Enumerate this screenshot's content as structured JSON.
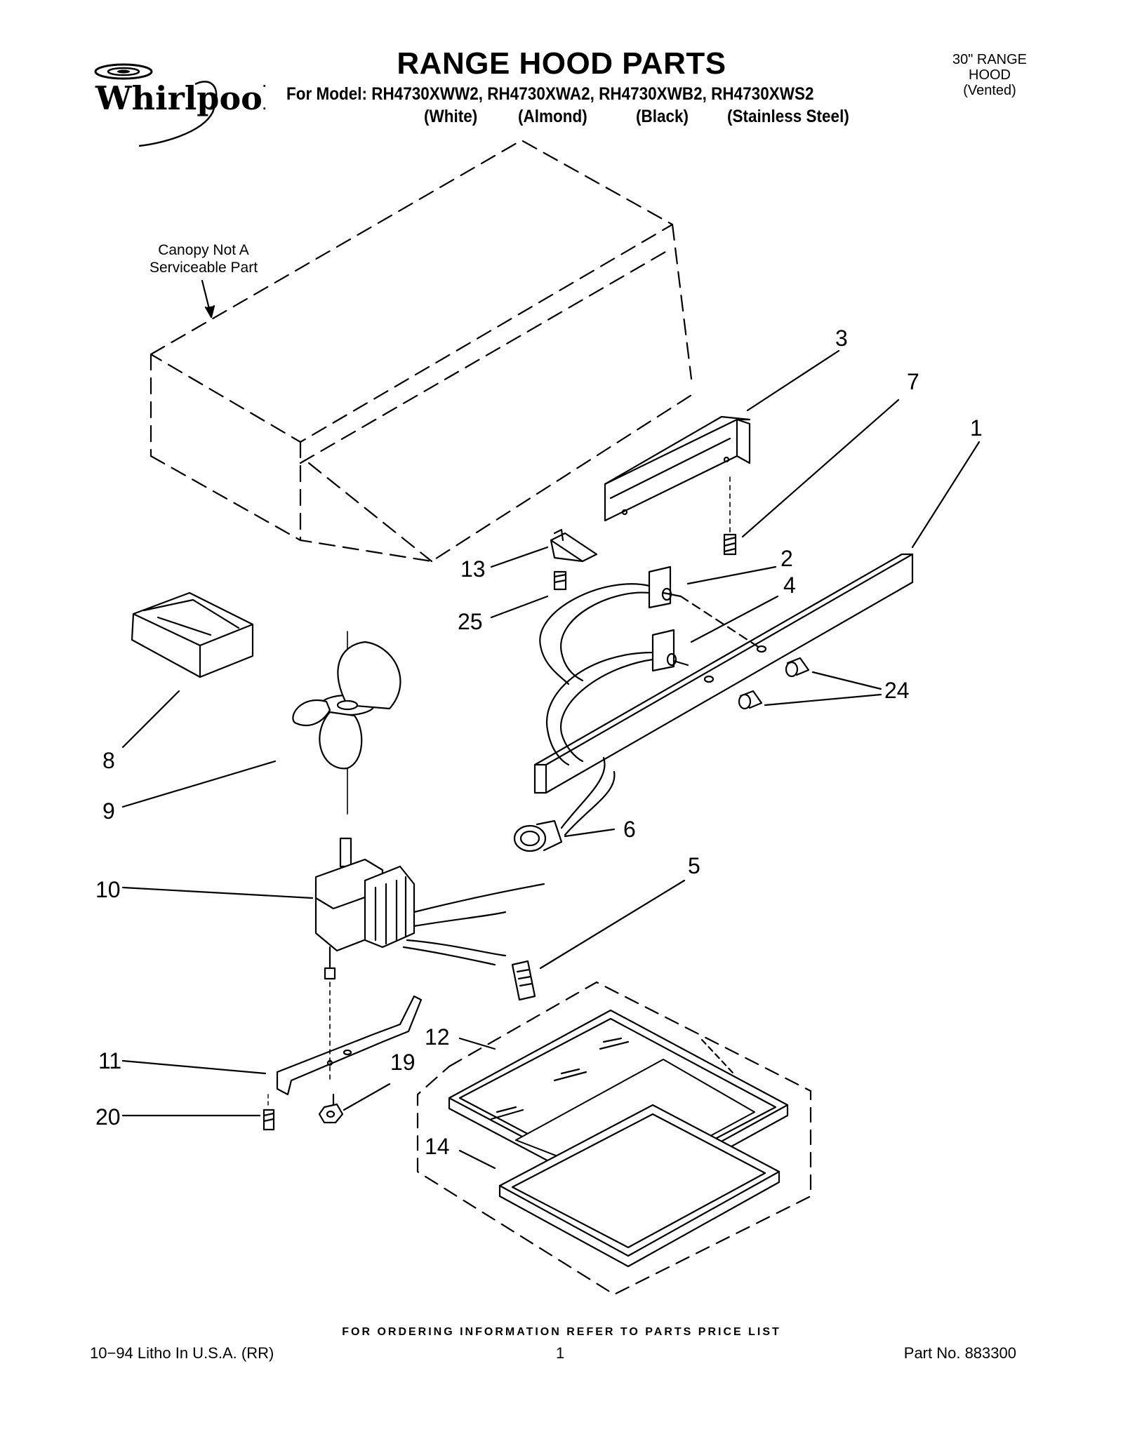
{
  "header": {
    "brand": "Whirlpool",
    "title": "RANGE HOOD PARTS",
    "model_line": "For Model: RH4730XWW2, RH4730XWA2, RH4730XWB2, RH4730XWS2",
    "colors": [
      "(White)",
      "(Almond)",
      "(Black)",
      "(Stainless Steel)"
    ],
    "hood_info": [
      "30\" RANGE",
      "HOOD",
      "(Vented)"
    ]
  },
  "diagram": {
    "canopy_note": [
      "Canopy Not A",
      "Serviceable Part"
    ],
    "callouts": [
      "3",
      "7",
      "1",
      "13",
      "2",
      "4",
      "25",
      "24",
      "8",
      "9",
      "6",
      "5",
      "10",
      "12",
      "11",
      "19",
      "20",
      "14"
    ]
  },
  "footer": {
    "order_note": "FOR ORDERING INFORMATION REFER TO PARTS PRICE LIST",
    "litho": "10−94 Litho In U.S.A. (RR)",
    "page": "1",
    "part_no": "Part No. 883300"
  }
}
